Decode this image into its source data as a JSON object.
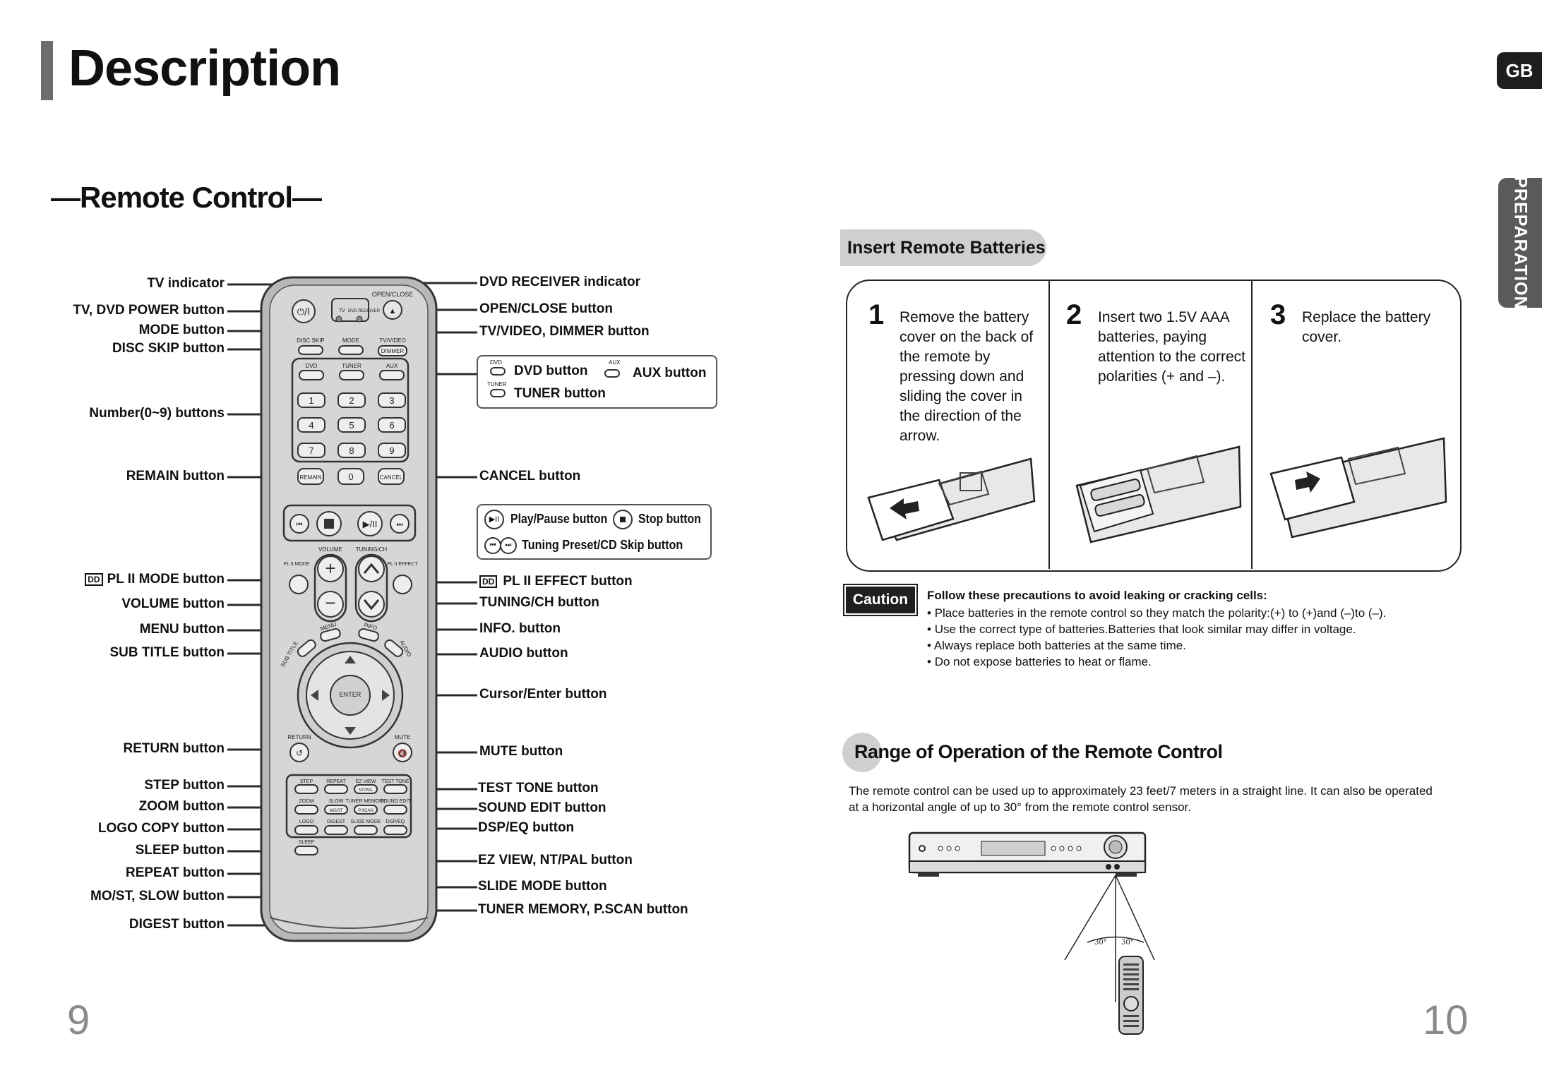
{
  "header": {
    "title": "Description",
    "subtitle": "—Remote Control—"
  },
  "side_tabs": {
    "lang": "GB",
    "section": "PREPARATION"
  },
  "left_labels": [
    "TV indicator",
    "TV, DVD POWER button",
    "MODE button",
    "DISC SKIP button",
    "Number(0~9) buttons",
    "REMAIN button",
    "PL II MODE button",
    "VOLUME button",
    "MENU button",
    "SUB TITLE button",
    "RETURN button",
    "STEP button",
    "ZOOM button",
    "LOGO COPY button",
    "SLEEP button",
    "REPEAT button",
    "MO/ST, SLOW button",
    "DIGEST button"
  ],
  "right_labels": [
    "DVD RECEIVER indicator",
    "OPEN/CLOSE button",
    "TV/VIDEO, DIMMER button",
    "CANCEL button",
    "PL II EFFECT button",
    "TUNING/CH button",
    "INFO. button",
    "AUDIO button",
    "Cursor/Enter button",
    "MUTE button",
    "TEST TONE button",
    "SOUND EDIT button",
    "DSP/EQ button",
    "EZ VIEW, NT/PAL button",
    "SLIDE MODE button",
    "TUNER MEMORY, P.SCAN button"
  ],
  "box1": {
    "dvd": "DVD button",
    "aux": "AUX button",
    "tuner": "TUNER button",
    "dvd_tag": "DVD",
    "aux_tag": "AUX",
    "tuner_tag": "TUNER"
  },
  "box2": {
    "play": "Play/Pause button",
    "stop": "Stop button",
    "skip": "Tuning Preset/CD Skip button"
  },
  "remote_text": {
    "open_close": "OPEN/CLOSE",
    "tv": "TV",
    "dvd_receiver": "DVD RECEIVER",
    "disc_skip": "DISC SKIP",
    "mode": "MODE",
    "tv_video": "TV/VIDEO",
    "dimmer": "DIMMER",
    "dvd": "DVD",
    "tuner": "TUNER",
    "aux": "AUX",
    "numbers": [
      "1",
      "2",
      "3",
      "4",
      "5",
      "6",
      "7",
      "8",
      "9"
    ],
    "zero": "0",
    "remain": "REMAIN",
    "cancel": "CANCEL",
    "volume": "VOLUME",
    "tuning_ch": "TUNING/CH",
    "pl2_mode": "PL II MODE",
    "pl2_effect": "PL II EFFECT",
    "menu": "MENU",
    "info": "INFO",
    "subtitle": "SUB TITLE",
    "audio": "AUDIO",
    "enter": "ENTER",
    "return": "RETURN",
    "mute": "MUTE",
    "step": "STEP",
    "repeat": "REPEAT",
    "ez_view": "EZ VIEW",
    "test_tone": "TEST TONE",
    "nt_pal": "NT/PAL",
    "zoom": "ZOOM",
    "slow": "SLOW",
    "tuner_memory": "TUNER MEMORY",
    "sound_edit": "SOUND EDIT",
    "most": "MO/ST",
    "pscan": "P.SCAN",
    "logo": "LOGO",
    "digest": "DIGEST",
    "slide_mode": "SLIDE MODE",
    "dsp_eq": "DSP/EQ",
    "sleep": "SLEEP"
  },
  "batteries": {
    "title": "Insert Remote Batteries",
    "steps": [
      {
        "num": "1",
        "text": "Remove the battery cover on the back of the remote by pressing down and sliding the cover in the direction of the arrow."
      },
      {
        "num": "2",
        "text": "Insert two 1.5V AAA batteries, paying attention to the correct polarities (+ and –)."
      },
      {
        "num": "3",
        "text": "Replace the battery cover."
      }
    ]
  },
  "caution": {
    "badge": "Caution",
    "heading": "Follow these precautions to avoid leaking or cracking cells:",
    "items": [
      "Place batteries in the remote control so they match the polarity:(+) to (+)and (–)to (–).",
      "Use the correct type of batteries.Batteries that look similar may differ in voltage.",
      "Always replace both batteries at the same time.",
      "Do not expose batteries to heat or flame."
    ]
  },
  "range": {
    "title": "Range of Operation of the Remote Control",
    "text": "The remote control can be used up to approximately 23 feet/7 meters in a straight line. It can also be operated at a horizontal angle of up to 30° from the remote control sensor.",
    "angle_left": "30°",
    "angle_right": "30°"
  },
  "page_numbers": {
    "left": "9",
    "right": "10"
  }
}
